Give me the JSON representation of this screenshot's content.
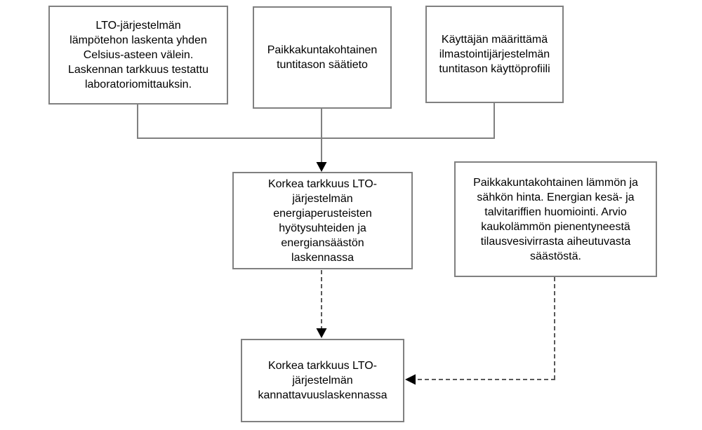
{
  "diagram": {
    "title": "LTO calculation flowchart",
    "boxes": {
      "lto_heat_calc": {
        "text": "LTO-järjestelmän\nlämpötehon laskenta yhden\nCelsius-asteen välein.\nLaskennan tarkkuus testattu\nlaboratoriomittauksin."
      },
      "weather_data": {
        "text": "Paikkakuntakohtainen\ntuntitason säätieto"
      },
      "usage_profile": {
        "text": "Käyttäjän määrittämä\nilmastointijärjestelmän\ntuntitason käyttöprofiili"
      },
      "energy_calc": {
        "text": "Korkea tarkkuus LTO-\njärjestelmän\nenergiaperusteisten\nhyötysuhteiden ja\nenergiansäästön\nlaskennassa"
      },
      "price_data": {
        "text": "Paikkakuntakohtainen lämmön ja\nsähkön hinta. Energian kesä- ja\ntalvitariffien huomiointi. Arvio\nkaukolämmön pienentyneestä\ntilausvesivirrasta aiheutuvasta\nsäästöstä."
      },
      "profitability_calc": {
        "text": "Korkea tarkkuus LTO-\njärjestelmän\nkannattavuuslaskennassa"
      }
    },
    "connectors": {
      "top_boxes_to_energy_calc": "solid, merged junction, arrow down into energy calculation box",
      "energy_calc_to_profitability": "dashed, arrow down into profitability box",
      "price_data_to_profitability": "dashed, down then left, arrow into right side of profitability box"
    },
    "colors": {
      "background": "#ffffff",
      "box_border": "#808080",
      "solid_connector": "#808080",
      "dashed_connector": "#595959",
      "arrowhead": "#000000",
      "text": "#000000"
    }
  }
}
